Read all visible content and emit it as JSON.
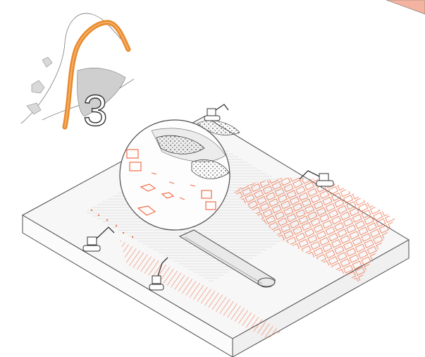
{
  "inset_map": {
    "step_number": "3"
  },
  "colors": {
    "route": "#e98a2d",
    "hatch": "#f06f4a",
    "line": "#4d4d4d",
    "terrain_grey": "#cfcfcf"
  },
  "icons": [
    "excavator-icon",
    "magnifier-callout",
    "dredging-pipeline"
  ]
}
